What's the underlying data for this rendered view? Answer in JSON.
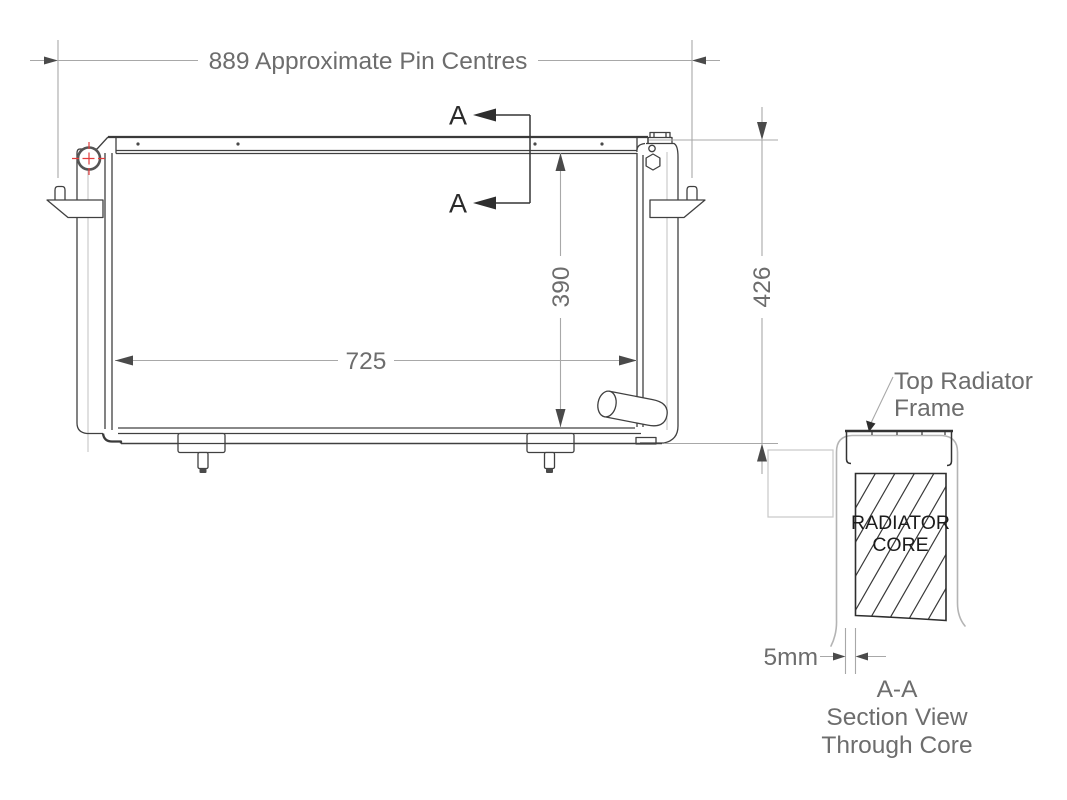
{
  "dimensions": {
    "pin_centres": "889 Approximate Pin Centres",
    "core_width": "725",
    "core_height": "390",
    "overall_height": "426",
    "frame_to_core_gap": "5mm"
  },
  "section_marker": {
    "label": "A"
  },
  "callouts": {
    "top_frame_line1": "Top Radiator",
    "top_frame_line2": "Frame"
  },
  "section_view": {
    "core_label_line1": "RADIATOR",
    "core_label_line2": "CORE",
    "caption_line1": "A-A",
    "caption_line2": "Section View",
    "caption_line3": "Through Core"
  },
  "colors": {
    "line_dark": "#404040",
    "line_light": "#a8a8a8",
    "text_gray": "#6d6d6d",
    "marker_red": "#e23c3c",
    "background": "#ffffff"
  }
}
